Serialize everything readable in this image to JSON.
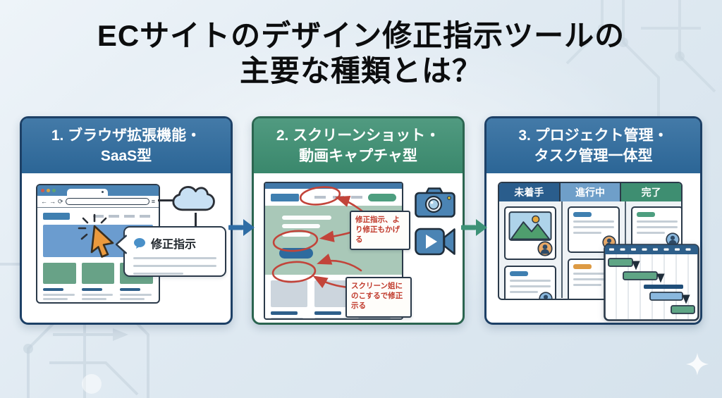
{
  "title": {
    "line1": "ECサイトのデザイン修正指示ツールの",
    "line2": "主要な種類とは？"
  },
  "panels": {
    "p1": {
      "header_line1": "1. ブラウザ拡張機能・",
      "header_line2": "SaaS型",
      "header_color": "#2e6b9e",
      "border_color": "#1d4066",
      "callout_label": "修正指示"
    },
    "p2": {
      "header_line1": "2. スクリーンショット・",
      "header_line2": "動画キャプチャ型",
      "header_color": "#3d8f72",
      "border_color": "#2b6550",
      "annotation_top": "修正指示、よ\nり修正もかげ\nる",
      "annotation_bottom": "スクリーン姐に\nのこするで修正\n示る"
    },
    "p3": {
      "header_line1": "3. プロジェクト管理・",
      "header_line2": "タスク管理一体型",
      "header_color": "#2e6b9e",
      "border_color": "#1d4066",
      "kanban": {
        "columns": [
          {
            "label": "未着手",
            "color": "#2a5d8c"
          },
          {
            "label": "進行中",
            "color": "#6f9fc9"
          },
          {
            "label": "完了",
            "color": "#3e8e71"
          }
        ]
      }
    }
  },
  "flow": {
    "arrow1_color": "#2f6da5",
    "arrow2_color": "#3d9277"
  },
  "browser_glyphs": {
    "back": "←",
    "forward": "→",
    "reload": "⟳",
    "menu": "≡"
  },
  "colors": {
    "background": "#e0eaf2",
    "title_text": "#0c0d0e",
    "annotation_red": "#c2443a",
    "hero_blue": "#6b9ccf",
    "hero_sage": "#a9c8b8",
    "card_green": "#68a287",
    "gantt_header": "#2e5f8a",
    "gantt_bar_green": "#5fa585",
    "gantt_bar_navy": "#1f4e79",
    "gantt_bar_blue": "#8ab8de"
  }
}
